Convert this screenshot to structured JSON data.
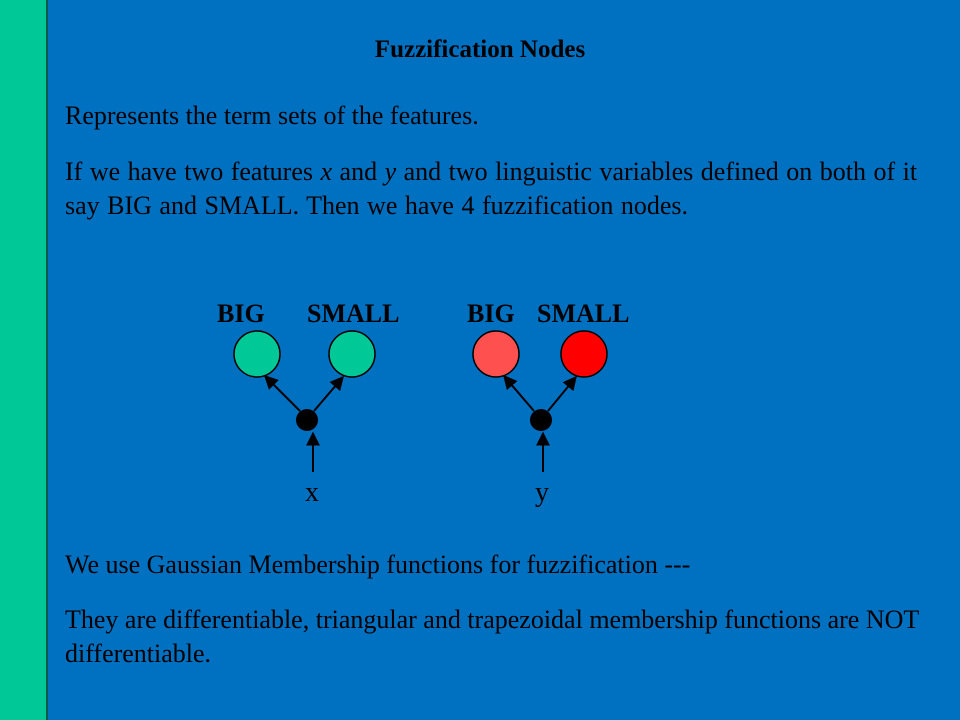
{
  "slide": {
    "title": "Fuzzification Nodes",
    "paragraph1": "Represents the term sets of the features.",
    "paragraph2": {
      "part1": "If we have two features ",
      "var_x": "x",
      "part2": " and ",
      "var_y": "y",
      "part3": " and two linguistic variables defined on both of it say BIG and SMALL. Then we have 4 fuzzification nodes."
    },
    "paragraph3": "We use Gaussian Membership functions for fuzzification ---",
    "paragraph4": "They are differentiable, triangular and trapezoidal membership functions are NOT differentiable."
  },
  "diagram": {
    "groups": [
      {
        "input_label": "x",
        "nodes": [
          {
            "label": "BIG",
            "color": "#00C896"
          },
          {
            "label": "SMALL",
            "color": "#00C896"
          }
        ]
      },
      {
        "input_label": "y",
        "nodes": [
          {
            "label": "BIG",
            "color": "#FF5050"
          },
          {
            "label": "SMALL",
            "color": "#FF0000"
          }
        ]
      }
    ]
  },
  "colors": {
    "background": "#0070C0",
    "sidebar": "#00C896"
  }
}
